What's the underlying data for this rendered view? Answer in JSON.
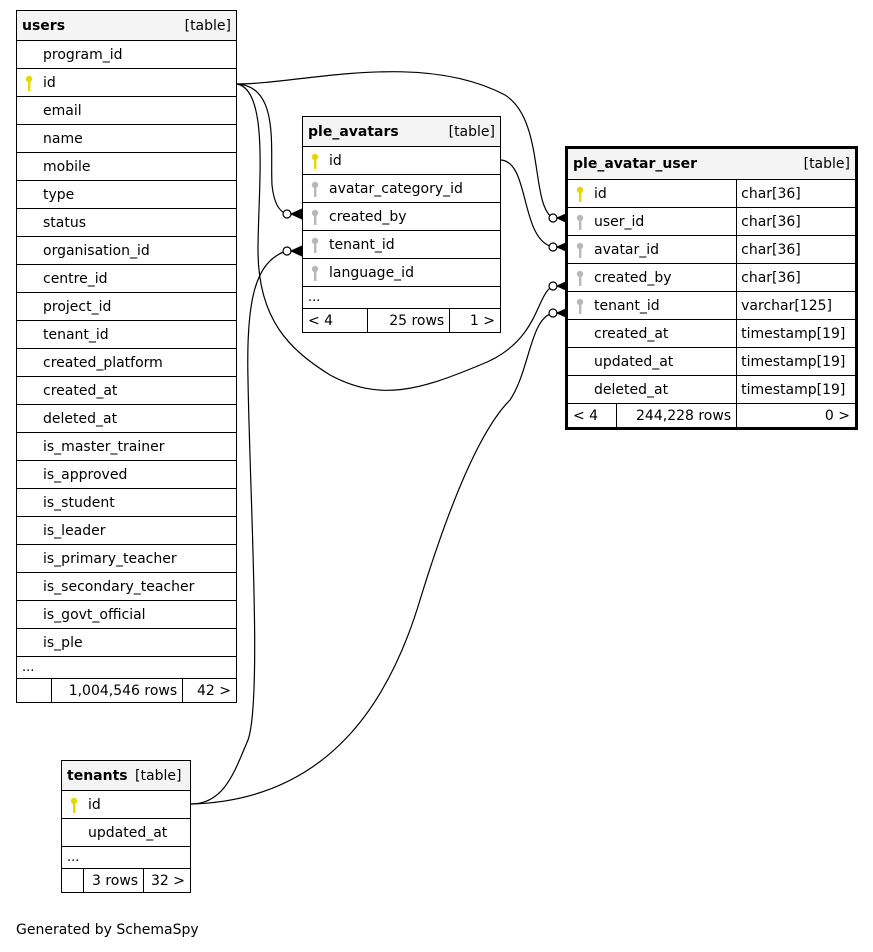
{
  "colors": {
    "pk_key": "#e6d800",
    "fk_key": "#b8b8b8",
    "header_bg": "#f4f4f4"
  },
  "tables": {
    "users": {
      "name": "users",
      "type": "[table]",
      "columns": [
        "program_id",
        "id",
        "email",
        "name",
        "mobile",
        "type",
        "status",
        "organisation_id",
        "centre_id",
        "project_id",
        "tenant_id",
        "created_platform",
        "created_at",
        "deleted_at",
        "is_master_trainer",
        "is_approved",
        "is_student",
        "is_leader",
        "is_primary_teacher",
        "is_secondary_teacher",
        "is_govt_official",
        "is_ple"
      ],
      "ellipsis": "...",
      "footer": {
        "parents": "",
        "rows": "1,004,546 rows",
        "children": "42 >"
      }
    },
    "ple_avatars": {
      "name": "ple_avatars",
      "type": "[table]",
      "columns": [
        "id",
        "avatar_category_id",
        "created_by",
        "tenant_id",
        "language_id"
      ],
      "ellipsis": "...",
      "footer": {
        "parents": "< 4",
        "rows": "25 rows",
        "children": "1 >"
      }
    },
    "ple_avatar_user": {
      "name": "ple_avatar_user",
      "type": "[table]",
      "columns": [
        {
          "name": "id",
          "type": "char[36]"
        },
        {
          "name": "user_id",
          "type": "char[36]"
        },
        {
          "name": "avatar_id",
          "type": "char[36]"
        },
        {
          "name": "created_by",
          "type": "char[36]"
        },
        {
          "name": "tenant_id",
          "type": "varchar[125]"
        },
        {
          "name": "created_at",
          "type": "timestamp[19]"
        },
        {
          "name": "updated_at",
          "type": "timestamp[19]"
        },
        {
          "name": "deleted_at",
          "type": "timestamp[19]"
        }
      ],
      "footer": {
        "parents": "< 4",
        "rows": "244,228 rows",
        "children": "0 >"
      }
    },
    "tenants": {
      "name": "tenants",
      "type": "[table]",
      "columns": [
        "id",
        "updated_at"
      ],
      "ellipsis": "...",
      "footer": {
        "parents": "",
        "rows": "3 rows",
        "children": "32 >"
      }
    }
  },
  "relationships": [
    {
      "from": "users.id",
      "to": "ple_avatars.created_by"
    },
    {
      "from": "users.id",
      "to": "ple_avatar_user.user_id"
    },
    {
      "from": "users.id",
      "to": "ple_avatar_user.created_by"
    },
    {
      "from": "ple_avatars.id",
      "to": "ple_avatar_user.avatar_id"
    },
    {
      "from": "tenants.id",
      "to": "ple_avatars.tenant_id"
    },
    {
      "from": "tenants.id",
      "to": "ple_avatar_user.tenant_id"
    }
  ],
  "footer_text": "Generated by SchemaSpy"
}
